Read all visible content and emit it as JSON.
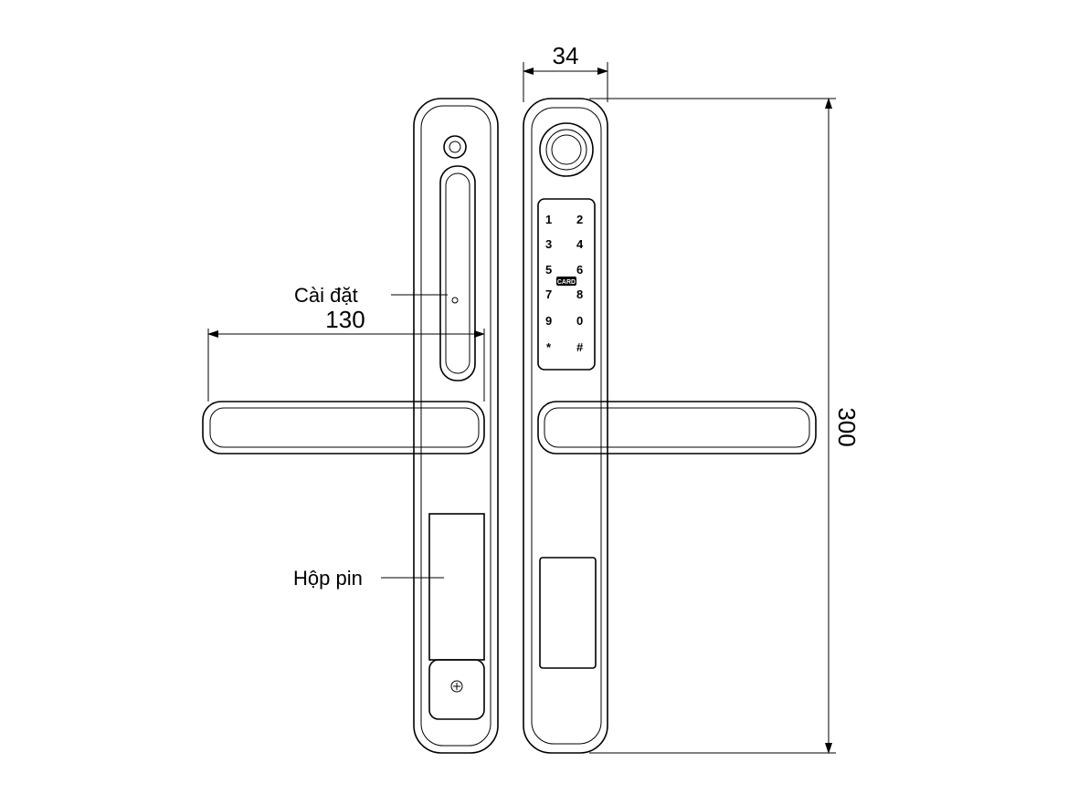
{
  "dimensions": {
    "overall_width": "130",
    "body_thickness": "34",
    "overall_height": "300"
  },
  "callouts": {
    "setting_button": "Cài đặt",
    "battery_box": "Hộp pin"
  },
  "keypad": {
    "keys": [
      "1",
      "2",
      "3",
      "4",
      "5",
      "6",
      "7",
      "8",
      "9",
      "0",
      "*",
      "#"
    ],
    "card_label": "CARD"
  }
}
